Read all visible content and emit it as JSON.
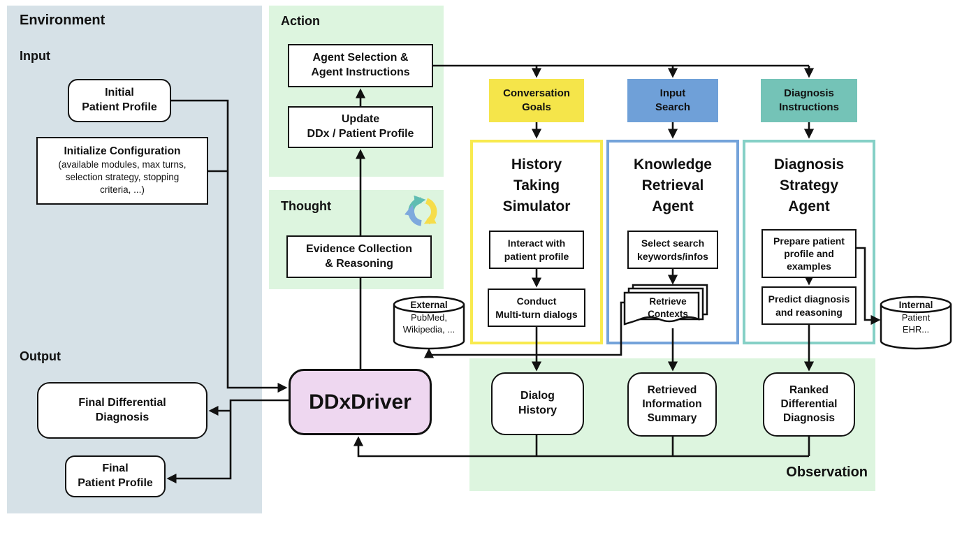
{
  "environment": {
    "title": "Environment",
    "input_label": "Input",
    "output_label": "Output",
    "initial_patient_profile": "Initial\nPatient Profile",
    "initialize_configuration_title": "Initialize Configuration",
    "initialize_configuration_detail": "(available modules, max turns,\nselection strategy, stopping\ncriteria, ...)",
    "final_differential_diagnosis": "Final Differential\nDiagnosis",
    "final_patient_profile": "Final\nPatient Profile"
  },
  "action": {
    "title": "Action",
    "agent_selection": "Agent Selection &\nAgent Instructions",
    "update_profile": "Update\nDDx / Patient Profile"
  },
  "thought": {
    "title": "Thought",
    "evidence": "Evidence Collection\n& Reasoning",
    "icon": "cycle-refresh-icon"
  },
  "driver": {
    "label": "DDxDriver"
  },
  "tags": {
    "conversation_goals": "Conversation\nGoals",
    "input_search": "Input\nSearch",
    "diagnosis_instructions": "Diagnosis\nInstructions"
  },
  "agents": {
    "history": {
      "title": "History\nTaking\nSimulator",
      "step1": "Interact with\npatient profile",
      "step2": "Conduct\nMulti-turn dialogs"
    },
    "knowledge": {
      "title": "Knowledge\nRetrieval\nAgent",
      "step1": "Select search\nkeywords/infos",
      "step2": "Retrieve\nContexts",
      "step2_icon": "document-stack-icon"
    },
    "diagnosis": {
      "title": "Diagnosis\nStrategy\nAgent",
      "step1": "Prepare patient\nprofile and\nexamples",
      "step2": "Predict diagnosis\nand reasoning"
    }
  },
  "databases": {
    "external": {
      "title": "External",
      "detail": "PubMed,\nWikipedia, ...",
      "icon": "database-cylinder-icon"
    },
    "internal": {
      "title": "Internal",
      "detail": "Patient\nEHR...",
      "icon": "database-cylinder-icon"
    }
  },
  "observation": {
    "title": "Observation",
    "dialog_history": "Dialog\nHistory",
    "retrieved_summary": "Retrieved\nInformation\nSummary",
    "ranked_diagnosis": "Ranked\nDifferential\nDiagnosis"
  },
  "colors": {
    "environment_bg": "#d6e1e7",
    "green_bg": "#ddf5df",
    "driver_pink": "#eed7f0",
    "tag_yellow": "#f5e54a",
    "tag_blue": "#6fa0d8",
    "tag_teal": "#74c3b7",
    "border_yellow": "#f8ea4e",
    "border_blue": "#74a3da",
    "border_teal": "#85d0c6",
    "line": "#111111"
  }
}
